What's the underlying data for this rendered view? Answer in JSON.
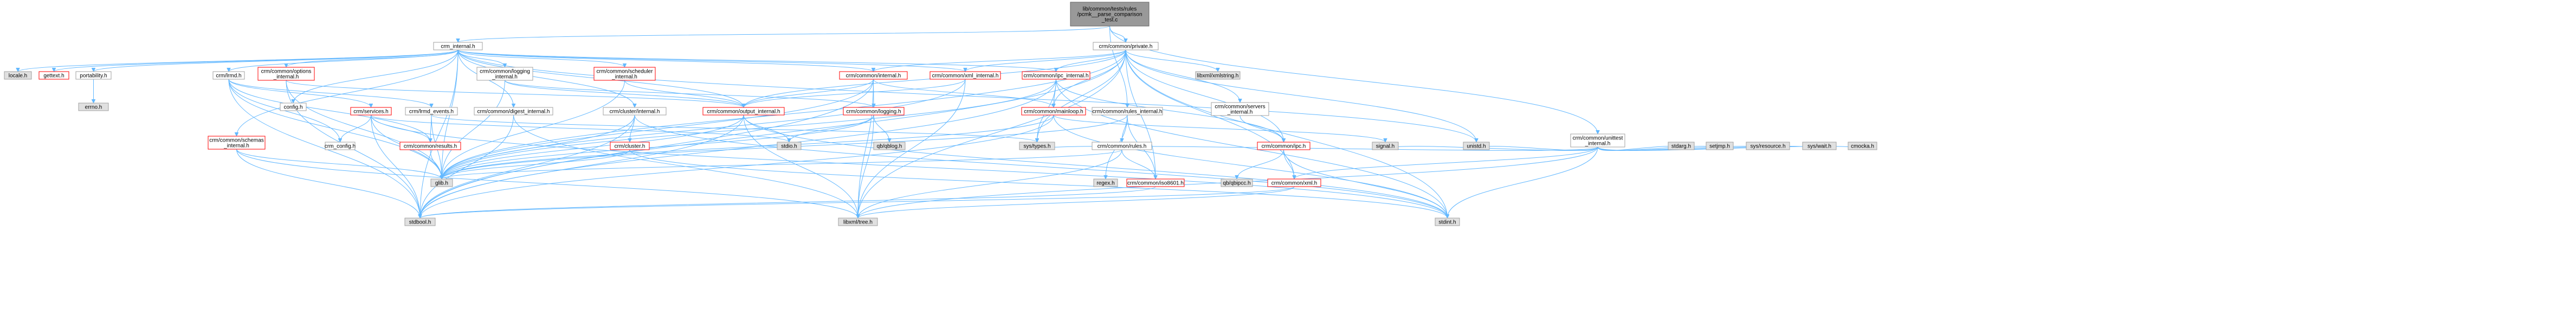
{
  "graph": {
    "kind": "include-dependency-graph",
    "root": "root",
    "colors": {
      "edge": "#63b8ff",
      "node_fill": "#ffffff",
      "node_border": "#a0a0a0",
      "unresolved_fill": "#e0e0e0",
      "red_border": "#ff0000",
      "root_fill": "#999999"
    },
    "nodes": [
      {
        "id": "root",
        "lines": [
          "lib/common/tests/rules",
          "/pcmk__parse_comparison",
          "_test.c"
        ],
        "style": "root"
      },
      {
        "id": "crm_internal",
        "lines": [
          "crm_internal.h"
        ],
        "style": "normal"
      },
      {
        "id": "crm_private",
        "lines": [
          "crm/common/private.h"
        ],
        "style": "normal"
      },
      {
        "id": "unittest",
        "lines": [
          "crm/common/unittest",
          "_internal.h"
        ],
        "style": "normal"
      },
      {
        "id": "locale",
        "lines": [
          "locale.h"
        ],
        "style": "gray"
      },
      {
        "id": "gettext",
        "lines": [
          "gettext.h"
        ],
        "style": "red"
      },
      {
        "id": "portability",
        "lines": [
          "portability.h"
        ],
        "style": "normal"
      },
      {
        "id": "crmd",
        "lines": [
          "crm/lrmd.h"
        ],
        "style": "normal"
      },
      {
        "id": "options_int",
        "lines": [
          "crm/common/options",
          "_internal.h"
        ],
        "style": "red"
      },
      {
        "id": "logging_int",
        "lines": [
          "crm/common/logging",
          "_internal.h"
        ],
        "style": "normal"
      },
      {
        "id": "scheduler_int",
        "lines": [
          "crm/common/scheduler",
          "_internal.h"
        ],
        "style": "red"
      },
      {
        "id": "common_internal",
        "lines": [
          "crm/common/internal.h"
        ],
        "style": "red"
      },
      {
        "id": "xml_internal",
        "lines": [
          "crm/common/xml_internal.h"
        ],
        "style": "red"
      },
      {
        "id": "ipc_internal",
        "lines": [
          "crm/common/ipc_internal.h"
        ],
        "style": "red"
      },
      {
        "id": "libxml_xmlstring",
        "lines": [
          "libxml/xmlstring.h"
        ],
        "style": "gray"
      },
      {
        "id": "errno",
        "lines": [
          "errno.h"
        ],
        "style": "gray"
      },
      {
        "id": "config",
        "lines": [
          "config.h"
        ],
        "style": "normal"
      },
      {
        "id": "services",
        "lines": [
          "crm/services.h"
        ],
        "style": "red"
      },
      {
        "id": "lrmd_events",
        "lines": [
          "crm/lrmd_events.h"
        ],
        "style": "normal"
      },
      {
        "id": "digest_int",
        "lines": [
          "crm/common/digest_internal.h"
        ],
        "style": "normal"
      },
      {
        "id": "cluster_int",
        "lines": [
          "crm/cluster/internal.h"
        ],
        "style": "normal"
      },
      {
        "id": "output_int",
        "lines": [
          "crm/common/output_internal.h"
        ],
        "style": "red"
      },
      {
        "id": "logging",
        "lines": [
          "crm/common/logging.h"
        ],
        "style": "red"
      },
      {
        "id": "mainloop",
        "lines": [
          "crm/common/mainloop.h"
        ],
        "style": "red"
      },
      {
        "id": "rules_int",
        "lines": [
          "crm/common/rules_internal.h"
        ],
        "style": "normal"
      },
      {
        "id": "servers_int",
        "lines": [
          "crm/common/servers",
          "_internal.h"
        ],
        "style": "normal"
      },
      {
        "id": "schemas_int",
        "lines": [
          "crm/common/schemas",
          "_internal.h"
        ],
        "style": "red"
      },
      {
        "id": "crm_config",
        "lines": [
          "crm_config.h"
        ],
        "style": "normal"
      },
      {
        "id": "results",
        "lines": [
          "crm/common/results.h"
        ],
        "style": "red"
      },
      {
        "id": "cluster",
        "lines": [
          "crm/cluster.h"
        ],
        "style": "red"
      },
      {
        "id": "stdio",
        "lines": [
          "stdio.h"
        ],
        "style": "gray"
      },
      {
        "id": "qbqblog",
        "lines": [
          "qb/qblog.h"
        ],
        "style": "gray"
      },
      {
        "id": "systypes",
        "lines": [
          "sys/types.h"
        ],
        "style": "gray"
      },
      {
        "id": "rules",
        "lines": [
          "crm/common/rules.h"
        ],
        "style": "normal"
      },
      {
        "id": "ipc",
        "lines": [
          "crm/common/ipc.h"
        ],
        "style": "red"
      },
      {
        "id": "signal",
        "lines": [
          "signal.h"
        ],
        "style": "gray"
      },
      {
        "id": "unistd",
        "lines": [
          "unistd.h"
        ],
        "style": "gray"
      },
      {
        "id": "stdarg",
        "lines": [
          "stdarg.h"
        ],
        "style": "gray"
      },
      {
        "id": "setjmp",
        "lines": [
          "setjmp.h"
        ],
        "style": "gray"
      },
      {
        "id": "sysresource",
        "lines": [
          "sys/resource.h"
        ],
        "style": "gray"
      },
      {
        "id": "syswait",
        "lines": [
          "sys/wait.h"
        ],
        "style": "gray"
      },
      {
        "id": "cmocka",
        "lines": [
          "cmocka.h"
        ],
        "style": "gray"
      },
      {
        "id": "glib",
        "lines": [
          "glib.h"
        ],
        "style": "gray"
      },
      {
        "id": "regex",
        "lines": [
          "regex.h"
        ],
        "style": "gray"
      },
      {
        "id": "iso8601",
        "lines": [
          "crm/common/iso8601.h"
        ],
        "style": "red"
      },
      {
        "id": "qbipcc",
        "lines": [
          "qb/qbipcc.h"
        ],
        "style": "gray"
      },
      {
        "id": "xml",
        "lines": [
          "crm/common/xml.h"
        ],
        "style": "red"
      },
      {
        "id": "stdbool",
        "lines": [
          "stdbool.h"
        ],
        "style": "gray"
      },
      {
        "id": "libxml_tree",
        "lines": [
          "libxml/tree.h"
        ],
        "style": "gray"
      },
      {
        "id": "stdint",
        "lines": [
          "stdint.h"
        ],
        "style": "gray"
      }
    ],
    "edges": [
      [
        "root",
        "crm_internal"
      ],
      [
        "root",
        "crm_private"
      ],
      [
        "root",
        "rules_int"
      ],
      [
        "root",
        "unittest"
      ],
      [
        "crm_internal",
        "locale"
      ],
      [
        "crm_internal",
        "gettext"
      ],
      [
        "crm_internal",
        "portability"
      ],
      [
        "crm_internal",
        "crmd"
      ],
      [
        "crm_internal",
        "options_int"
      ],
      [
        "crm_internal",
        "logging_int"
      ],
      [
        "crm_internal",
        "scheduler_int"
      ],
      [
        "crm_internal",
        "common_internal"
      ],
      [
        "crm_internal",
        "xml_internal"
      ],
      [
        "crm_internal",
        "ipc_internal"
      ],
      [
        "crm_internal",
        "config"
      ],
      [
        "crm_internal",
        "digest_int"
      ],
      [
        "crm_internal",
        "cluster_int"
      ],
      [
        "crm_internal",
        "output_int"
      ],
      [
        "crm_internal",
        "schemas_int"
      ],
      [
        "crm_internal",
        "glib"
      ],
      [
        "crm_internal",
        "stdbool"
      ],
      [
        "crm_internal",
        "unistd"
      ],
      [
        "portability",
        "errno"
      ],
      [
        "crmd",
        "services"
      ],
      [
        "crmd",
        "lrmd_events"
      ],
      [
        "crmd",
        "stdbool"
      ],
      [
        "crmd",
        "glib"
      ],
      [
        "crmd",
        "results"
      ],
      [
        "crmd",
        "crm_config"
      ],
      [
        "options_int",
        "glib"
      ],
      [
        "options_int",
        "stdbool"
      ],
      [
        "options_int",
        "output_int"
      ],
      [
        "logging_int",
        "output_int"
      ],
      [
        "logging_int",
        "logging"
      ],
      [
        "logging_int",
        "glib"
      ],
      [
        "scheduler_int",
        "output_int"
      ],
      [
        "scheduler_int",
        "glib"
      ],
      [
        "common_internal",
        "logging"
      ],
      [
        "common_internal",
        "mainloop"
      ],
      [
        "common_internal",
        "output_int"
      ],
      [
        "common_internal",
        "glib"
      ],
      [
        "common_internal",
        "stdbool"
      ],
      [
        "common_internal",
        "libxml_tree"
      ],
      [
        "xml_internal",
        "output_int"
      ],
      [
        "xml_internal",
        "glib"
      ],
      [
        "xml_internal",
        "libxml_tree"
      ],
      [
        "ipc_internal",
        "glib"
      ],
      [
        "ipc_internal",
        "systypes"
      ],
      [
        "ipc_internal",
        "stdbool"
      ],
      [
        "ipc_internal",
        "ipc"
      ],
      [
        "ipc_internal",
        "mainloop"
      ],
      [
        "ipc_internal",
        "stdint"
      ],
      [
        "services",
        "glib"
      ],
      [
        "services",
        "stdio"
      ],
      [
        "services",
        "results"
      ],
      [
        "services",
        "crm_config"
      ],
      [
        "services",
        "stdint"
      ],
      [
        "services",
        "stdbool"
      ],
      [
        "lrmd_events",
        "glib"
      ],
      [
        "lrmd_events",
        "results"
      ],
      [
        "lrmd_events",
        "systypes"
      ],
      [
        "digest_int",
        "libxml_tree"
      ],
      [
        "digest_int",
        "stdbool"
      ],
      [
        "cluster_int",
        "cluster"
      ],
      [
        "cluster_int",
        "stdint"
      ],
      [
        "cluster_int",
        "glib"
      ],
      [
        "cluster_int",
        "stdbool"
      ],
      [
        "output_int",
        "stdio"
      ],
      [
        "output_int",
        "glib"
      ],
      [
        "output_int",
        "libxml_tree"
      ],
      [
        "output_int",
        "stdbool"
      ],
      [
        "output_int",
        "stdint"
      ],
      [
        "logging",
        "stdio"
      ],
      [
        "logging",
        "glib"
      ],
      [
        "logging",
        "qbqblog"
      ],
      [
        "logging",
        "libxml_tree"
      ],
      [
        "mainloop",
        "signal"
      ],
      [
        "mainloop",
        "stdint"
      ],
      [
        "mainloop",
        "glib"
      ],
      [
        "mainloop",
        "stdbool"
      ],
      [
        "rules_int",
        "rules"
      ],
      [
        "rules_int",
        "iso8601"
      ],
      [
        "rules_int",
        "glib"
      ],
      [
        "rules_int",
        "regex"
      ],
      [
        "servers_int",
        "ipc"
      ],
      [
        "schemas_int",
        "glib"
      ],
      [
        "schemas_int",
        "libxml_tree"
      ],
      [
        "schemas_int",
        "stdbool"
      ],
      [
        "cluster",
        "glib"
      ],
      [
        "cluster",
        "stdint"
      ],
      [
        "results",
        "glib"
      ],
      [
        "rules",
        "glib"
      ],
      [
        "rules",
        "iso8601"
      ],
      [
        "rules",
        "libxml_tree"
      ],
      [
        "ipc",
        "qbipcc"
      ],
      [
        "ipc",
        "xml"
      ],
      [
        "ipc",
        "stdint"
      ],
      [
        "xml",
        "libxml_tree"
      ],
      [
        "xml",
        "stdbool"
      ],
      [
        "iso8601",
        "stdbool"
      ],
      [
        "crm_private",
        "libxml_xmlstring"
      ],
      [
        "crm_private",
        "xml_internal"
      ],
      [
        "crm_private",
        "ipc_internal"
      ],
      [
        "crm_private",
        "common_internal"
      ],
      [
        "crm_private",
        "output_int"
      ],
      [
        "crm_private",
        "mainloop"
      ],
      [
        "crm_private",
        "servers_int"
      ],
      [
        "crm_private",
        "glib"
      ],
      [
        "crm_private",
        "stdbool"
      ],
      [
        "crm_private",
        "systypes"
      ],
      [
        "crm_private",
        "stdint"
      ],
      [
        "crm_private",
        "libxml_tree"
      ],
      [
        "crm_private",
        "iso8601"
      ],
      [
        "crm_private",
        "ipc"
      ],
      [
        "crm_private",
        "xml"
      ],
      [
        "crm_private",
        "unistd"
      ],
      [
        "unittest",
        "signal"
      ],
      [
        "unittest",
        "unistd"
      ],
      [
        "unittest",
        "stdarg"
      ],
      [
        "unittest",
        "setjmp"
      ],
      [
        "unittest",
        "sysresource"
      ],
      [
        "unittest",
        "syswait"
      ],
      [
        "unittest",
        "cmocka"
      ],
      [
        "unittest",
        "systypes"
      ],
      [
        "unittest",
        "stdint"
      ],
      [
        "unittest",
        "libxml_tree"
      ],
      [
        "unittest",
        "xml"
      ]
    ]
  }
}
